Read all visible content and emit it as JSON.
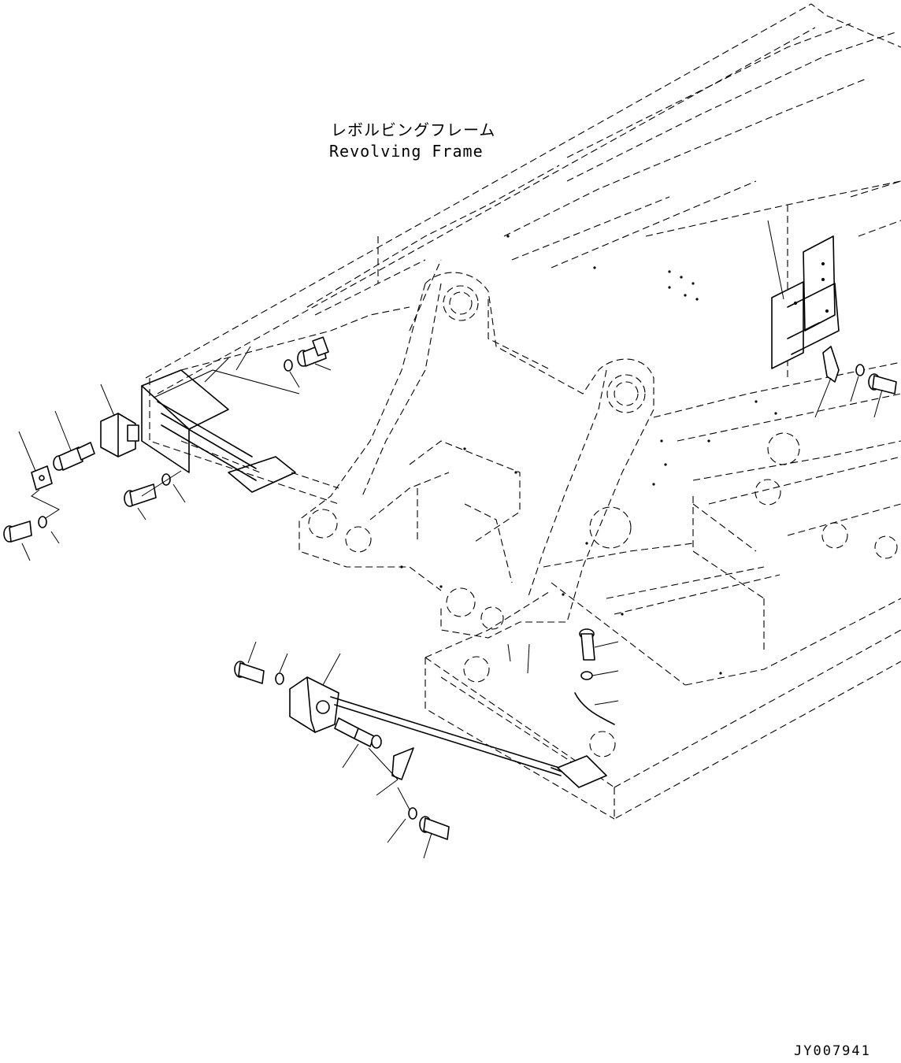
{
  "title_label": {
    "japanese": "レボルビングフレーム",
    "english": "Revolving Frame"
  },
  "drawing_number": "JY007941"
}
